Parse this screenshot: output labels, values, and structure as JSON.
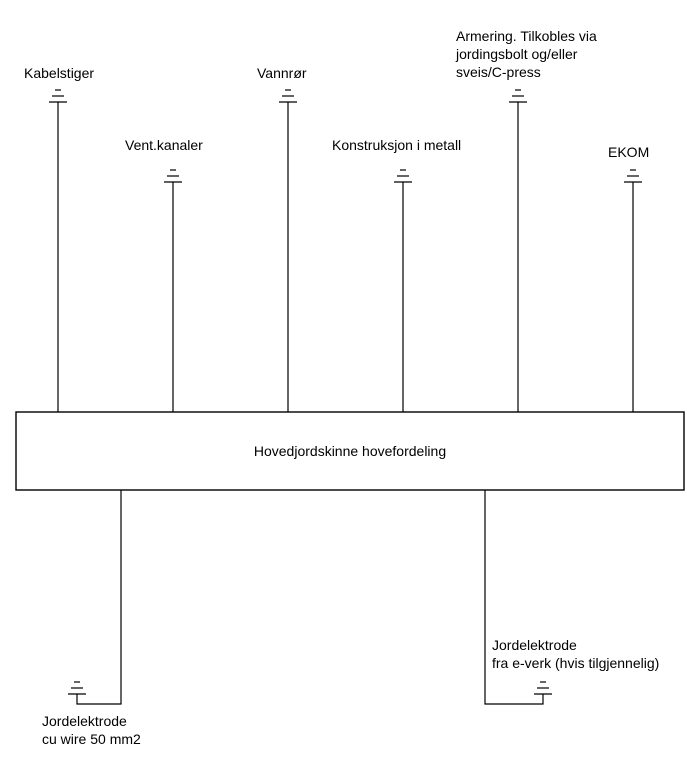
{
  "busbar": {
    "label": "Hovedjordskinne hovefordeling"
  },
  "connections": [
    {
      "label_lines": [
        "Kabelstiger"
      ]
    },
    {
      "label_lines": [
        "Vent.kanaler"
      ]
    },
    {
      "label_lines": [
        "Vannrør"
      ]
    },
    {
      "label_lines": [
        "Konstruksjon i metall"
      ]
    },
    {
      "label_lines": [
        "Armering. Tilkobles via",
        "jordingsbolt og/eller",
        "sveis/C-press"
      ]
    },
    {
      "label_lines": [
        "EKOM"
      ]
    }
  ],
  "electrodes": [
    {
      "label_lines": [
        "Jordelektrode",
        "cu wire 50 mm2"
      ]
    },
    {
      "label_lines": [
        "Jordelektrode",
        "fra e-verk (hvis tilgjennelig)"
      ]
    }
  ],
  "icons": {
    "ground_symbol": "earth-ground-icon"
  }
}
